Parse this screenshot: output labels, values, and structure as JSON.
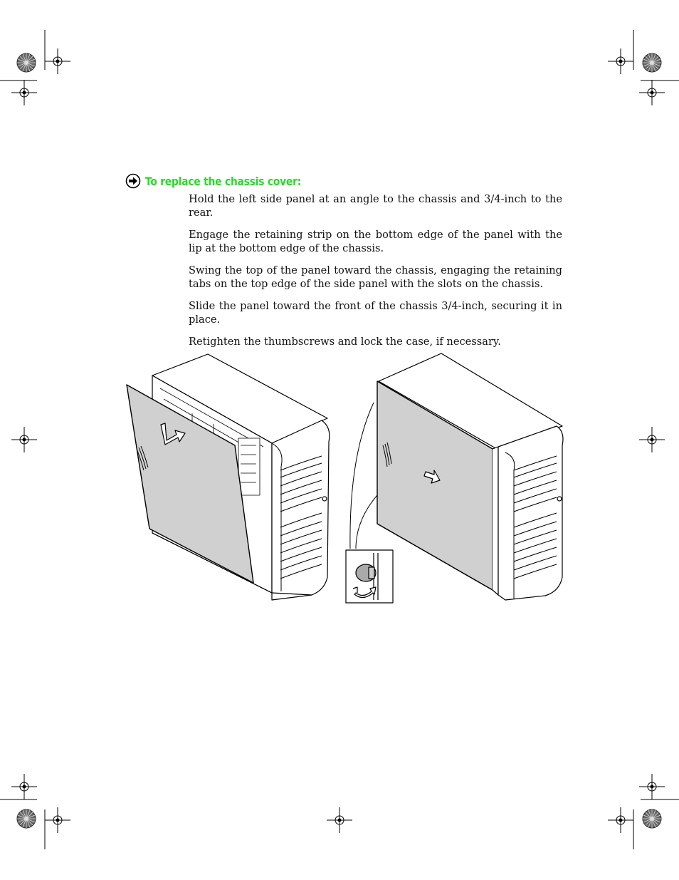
{
  "heading": {
    "icon": "arrow-right-circle-icon",
    "title": "To replace the chassis cover:",
    "color": "#22dd22"
  },
  "steps": [
    "Hold the left side panel at an angle to the chassis and 3/4-inch to the rear.",
    "Engage the retaining strip on the bottom edge of the panel with the lip at the bottom edge of the chassis.",
    "Swing the top of the panel toward the chassis, engaging the retaining tabs on the top edge of the side panel with the slots on the chassis.",
    "Slide the panel toward the front of the chassis 3/4-inch, securing it in place.",
    "Retighten the thumbscrews and lock the case, if necessary."
  ],
  "figure": {
    "panel_color": "#d0d0d0",
    "left_icon": "swing-in-arrow-icon",
    "right_icon": "slide-forward-arrow-icon",
    "callout_icon": "thumbscrew-tighten-icon"
  }
}
